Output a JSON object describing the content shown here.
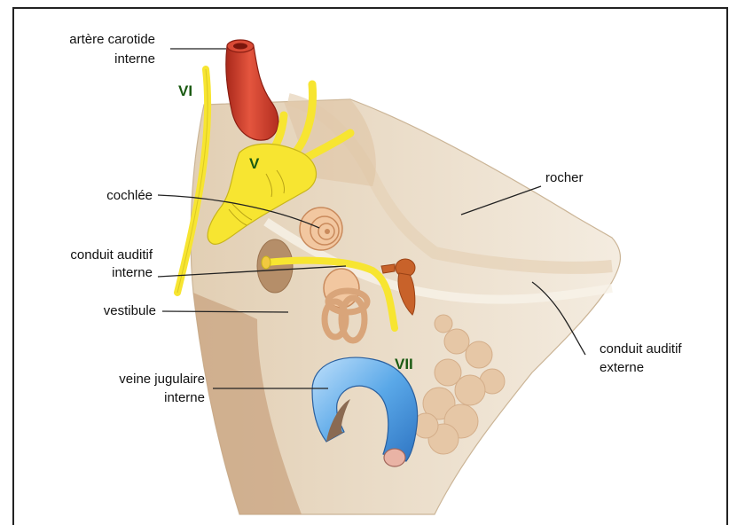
{
  "labels": {
    "carotid_line1": "artère carotide",
    "carotid_line2": "interne",
    "cochlea": "cochlée",
    "internal_meatus_line1": "conduit auditif",
    "internal_meatus_line2": "interne",
    "vestibule": "vestibule",
    "jugular_line1": "veine jugulaire",
    "jugular_line2": "interne",
    "petrous": "rocher",
    "external_meatus_line1": "conduit auditif",
    "external_meatus_line2": "externe"
  },
  "nerves": {
    "abducens": "VI",
    "trigeminal": "V",
    "facial": "VII"
  },
  "colors": {
    "bone_light": "#f3ead9",
    "bone_mid": "#e8d6bd",
    "bone_dark": "#c9a885",
    "labyrinth": "#f0c8a0",
    "nerve_yellow": "#f7e531",
    "artery_red": "#d9412f",
    "vein_blue": "#5aa8e8",
    "ossicle_orange": "#c8622a"
  }
}
